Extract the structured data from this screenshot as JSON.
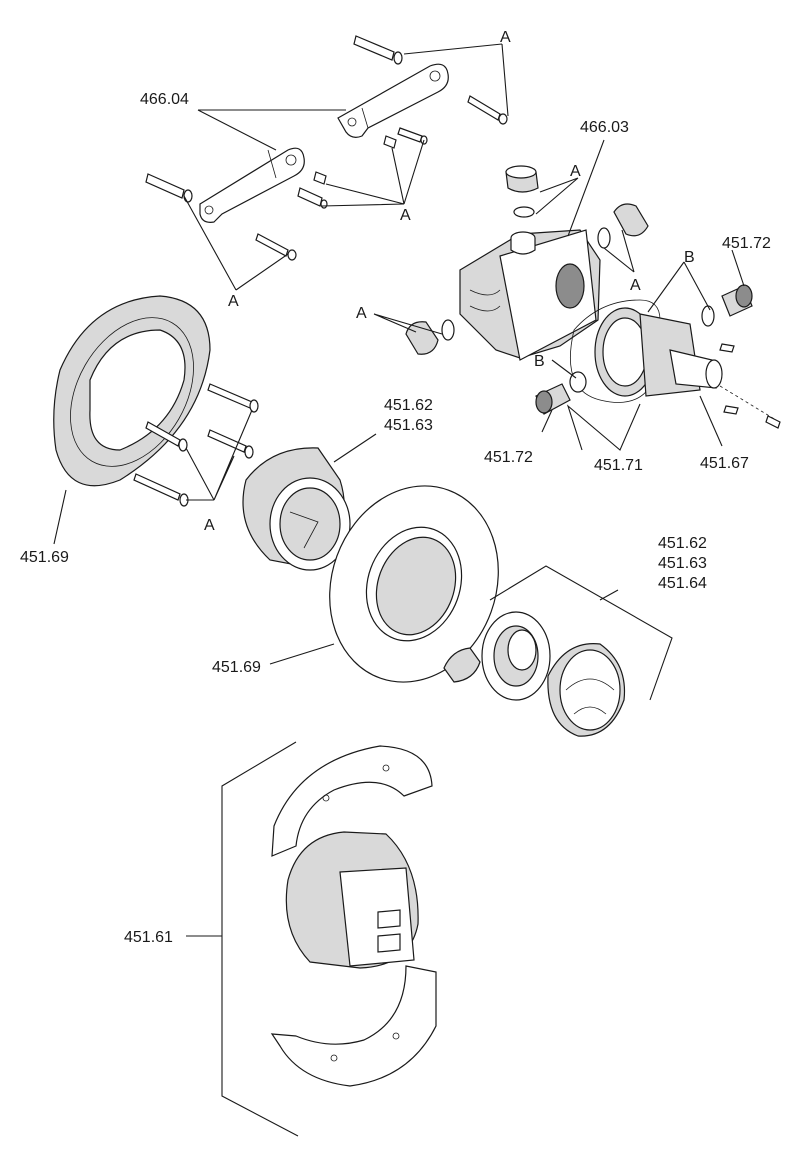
{
  "labels": {
    "bracket": "466.04",
    "valve_body": "466.03",
    "fixings": "A",
    "seals": "B",
    "filter": "451.72",
    "backplate": "451.69",
    "sleeve": "451.62\n451.63",
    "cartridge": "451.71",
    "spindle": "451.67",
    "knob_set": "451.62\n451.63\n451.64",
    "cover": "451.61"
  },
  "colors": {
    "line": "#1a1a1a",
    "shade_light": "#d9d9d9",
    "shade_dark": "#8c8c8c",
    "background": "#ffffff"
  }
}
